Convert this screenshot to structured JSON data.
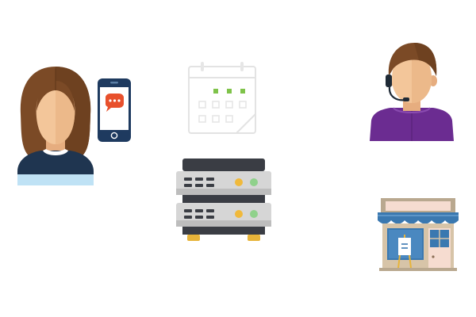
{
  "scene": {
    "background": "#ffffff",
    "elements": [
      {
        "key": "customer",
        "icon": "customer-avatar-icon"
      },
      {
        "key": "phone",
        "icon": "smartphone-chat-icon"
      },
      {
        "key": "calendar",
        "icon": "calendar-icon"
      },
      {
        "key": "server",
        "icon": "server-rack-icon"
      },
      {
        "key": "agent",
        "icon": "support-agent-headset-icon"
      },
      {
        "key": "store",
        "icon": "storefront-icon"
      }
    ]
  },
  "colors": {
    "hair": "#7b4a26",
    "skin": "#f3c69a",
    "skin_shadow": "#e6ad7f",
    "shirt_navy": "#1f3550",
    "collar_light": "#bfe2f5",
    "phone_body": "#1e3a5f",
    "phone_screen": "#ffffff",
    "chat_bubble": "#e8502c",
    "calendar_line": "#e3e3e3",
    "calendar_dot": "#7fc34a",
    "server_body": "#d6d6d6",
    "server_dark": "#3a3d44",
    "server_led_yellow": "#f0b93b",
    "server_led_green": "#8fd18b",
    "server_feet": "#e7b43a",
    "agent_shirt": "#6b2c91",
    "store_awning": "#3a78b0",
    "store_wall": "#d7c4a8",
    "store_sign": "#f6dcd0"
  }
}
